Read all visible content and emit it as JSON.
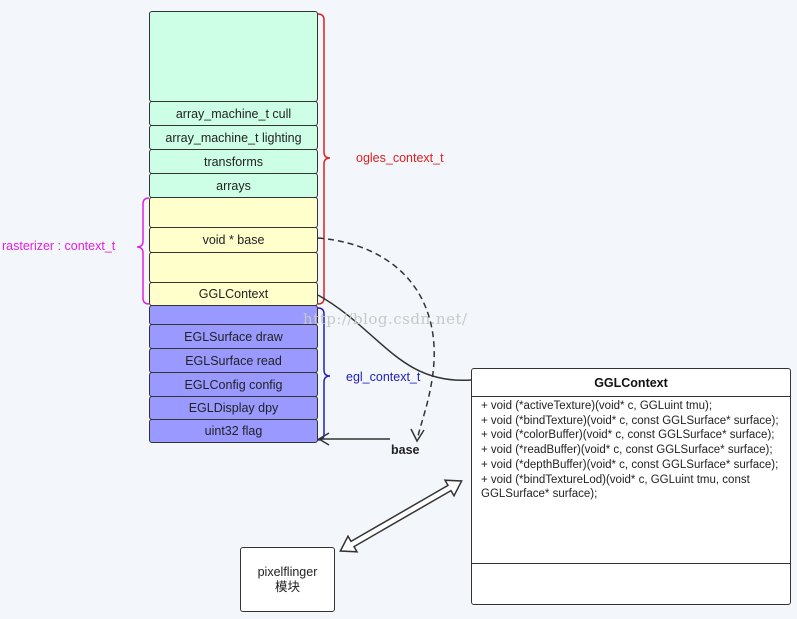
{
  "struct_fields": {
    "cull": "array_machine_t cull",
    "lighting": "array_machine_t lighting",
    "transforms": "transforms",
    "arrays": "arrays",
    "base": "void * base",
    "ggl": "GGLContext",
    "draw": "EGLSurface draw",
    "read": "EGLSurface read",
    "config": "EGLConfig config",
    "dpy": "EGLDisplay dpy",
    "flag": "uint32 flag"
  },
  "labels": {
    "ogles": "ogles_context_t",
    "rasterizer": "rasterizer : context_t",
    "egl": "egl_context_t",
    "base_pointer": "base",
    "watermark": "http://blog.csdn.net/"
  },
  "class_box": {
    "title": "GGLContext",
    "methods": [
      "+ void (*activeTexture)(void* c, GGLuint tmu);",
      "+ void (*bindTexture)(void* c, const GGLSurface* surface);",
      "+ void (*colorBuffer)(void* c, const GGLSurface* surface);",
      "+ void (*readBuffer)(void* c, const GGLSurface* surface);",
      "+ void (*depthBuffer)(void* c, const GGLSurface* surface);",
      "+ void (*bindTextureLod)(void* c, GGLuint tmu, const GGLSurface* surface);"
    ]
  },
  "module_box": {
    "line1": "pixelflinger",
    "line2": "模块"
  },
  "colors": {
    "ogles_bracket": "#e02020",
    "rasterizer_bracket": "#e020e0",
    "egl_bracket": "#2020c0",
    "green_fill": "#ccffe6",
    "yellow_fill": "#ffffcc",
    "blue_fill": "#9999ff"
  }
}
